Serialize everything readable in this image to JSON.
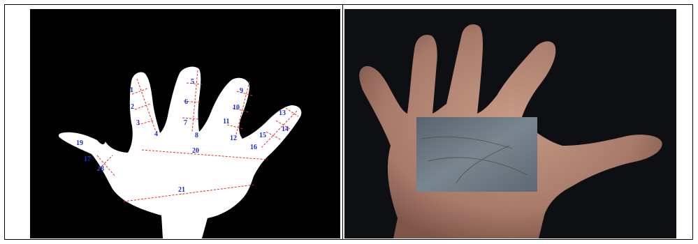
{
  "figure": {
    "left_panel": {
      "labels": [
        "1",
        "2",
        "3",
        "4",
        "5",
        "6",
        "7",
        "8",
        "9",
        "10",
        "11",
        "12",
        "13",
        "14",
        "15",
        "16",
        "17",
        "18",
        "19",
        "20",
        "21"
      ],
      "label_color": "#1f2bd6",
      "measure_line_color": "#e03030",
      "hand_color": "#ffffff",
      "background_color": "#000000"
    },
    "right_panel": {
      "content": "hand-photo-with-palm-roi",
      "roi_color": "#6c7a86"
    }
  }
}
